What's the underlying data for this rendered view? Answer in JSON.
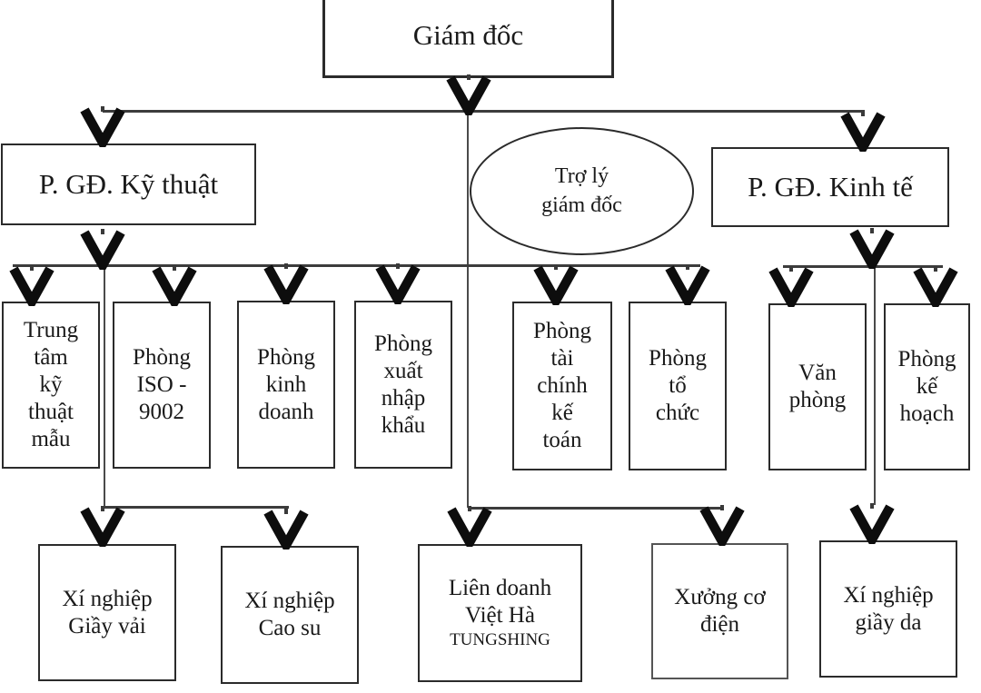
{
  "diagram": {
    "type": "org-chart",
    "nodes": {
      "giam_doc": {
        "label": "Giám đốc"
      },
      "pgd_ky_thuat": {
        "label": "P. GĐ. Kỹ thuật"
      },
      "tro_ly_giam_doc": {
        "label": "Trợ lý\ngiám đốc"
      },
      "pgd_kinh_te": {
        "label": "P. GĐ. Kinh tế"
      },
      "trung_tam_ky_thuat_mau": {
        "label": "Trung\ntâm\nkỹ\nthuật\nmẫu"
      },
      "phong_iso_9002": {
        "label": "Phòng\nISO -\n9002"
      },
      "phong_kinh_doanh": {
        "label": "Phòng\nkinh\ndoanh"
      },
      "phong_xuat_nhap_khau": {
        "label": "Phòng\nxuất\nnhập\nkhẩu"
      },
      "phong_tai_chinh_ke_toan": {
        "label": "Phòng\ntài\nchính\nkế\ntoán"
      },
      "phong_to_chuc": {
        "label": "Phòng\ntổ\nchức"
      },
      "van_phong": {
        "label": "Văn\nphòng"
      },
      "phong_ke_hoach": {
        "label": "Phòng\nkế\nhoạch"
      },
      "xi_nghiep_giay_vai": {
        "label": "Xí nghiệp\nGiầy vải"
      },
      "xi_nghiep_cao_su": {
        "label": "Xí nghiệp\nCao su"
      },
      "lien_doanh_viet_ha": {
        "label": "Liên doanh\nViệt Hà",
        "subline": "TUNGSHING"
      },
      "xuong_co_dien": {
        "label": "Xưởng cơ\nđiện"
      },
      "xi_nghiep_giay_da": {
        "label": "Xí nghiệp\ngiầy da"
      }
    },
    "edges": [
      {
        "from": "giam_doc",
        "to": "pgd_ky_thuat"
      },
      {
        "from": "giam_doc",
        "to": "pgd_kinh_te"
      },
      {
        "from": "giam_doc",
        "to": "tro_ly_giam_doc"
      },
      {
        "from": "pgd_ky_thuat",
        "to": "trung_tam_ky_thuat_mau"
      },
      {
        "from": "pgd_ky_thuat",
        "to": "phong_iso_9002"
      },
      {
        "from": "pgd_ky_thuat",
        "to": "phong_kinh_doanh"
      },
      {
        "from": "pgd_ky_thuat",
        "to": "phong_xuat_nhap_khau"
      },
      {
        "from": "giam_doc",
        "to": "phong_tai_chinh_ke_toan"
      },
      {
        "from": "giam_doc",
        "to": "phong_to_chuc"
      },
      {
        "from": "pgd_kinh_te",
        "to": "van_phong"
      },
      {
        "from": "pgd_kinh_te",
        "to": "phong_ke_hoach"
      },
      {
        "from": "pgd_ky_thuat",
        "to": "xi_nghiep_giay_vai"
      },
      {
        "from": "pgd_ky_thuat",
        "to": "xi_nghiep_cao_su"
      },
      {
        "from": "giam_doc",
        "to": "lien_doanh_viet_ha"
      },
      {
        "from": "giam_doc",
        "to": "xuong_co_dien"
      },
      {
        "from": "pgd_kinh_te",
        "to": "xi_nghiep_giay_da"
      }
    ],
    "colors": {
      "background": "#ffffff",
      "line": "#3c3c3c",
      "box_border": "#2b2b2b",
      "arrow": "#0d0d0d",
      "text": "#1a1a1a"
    }
  }
}
